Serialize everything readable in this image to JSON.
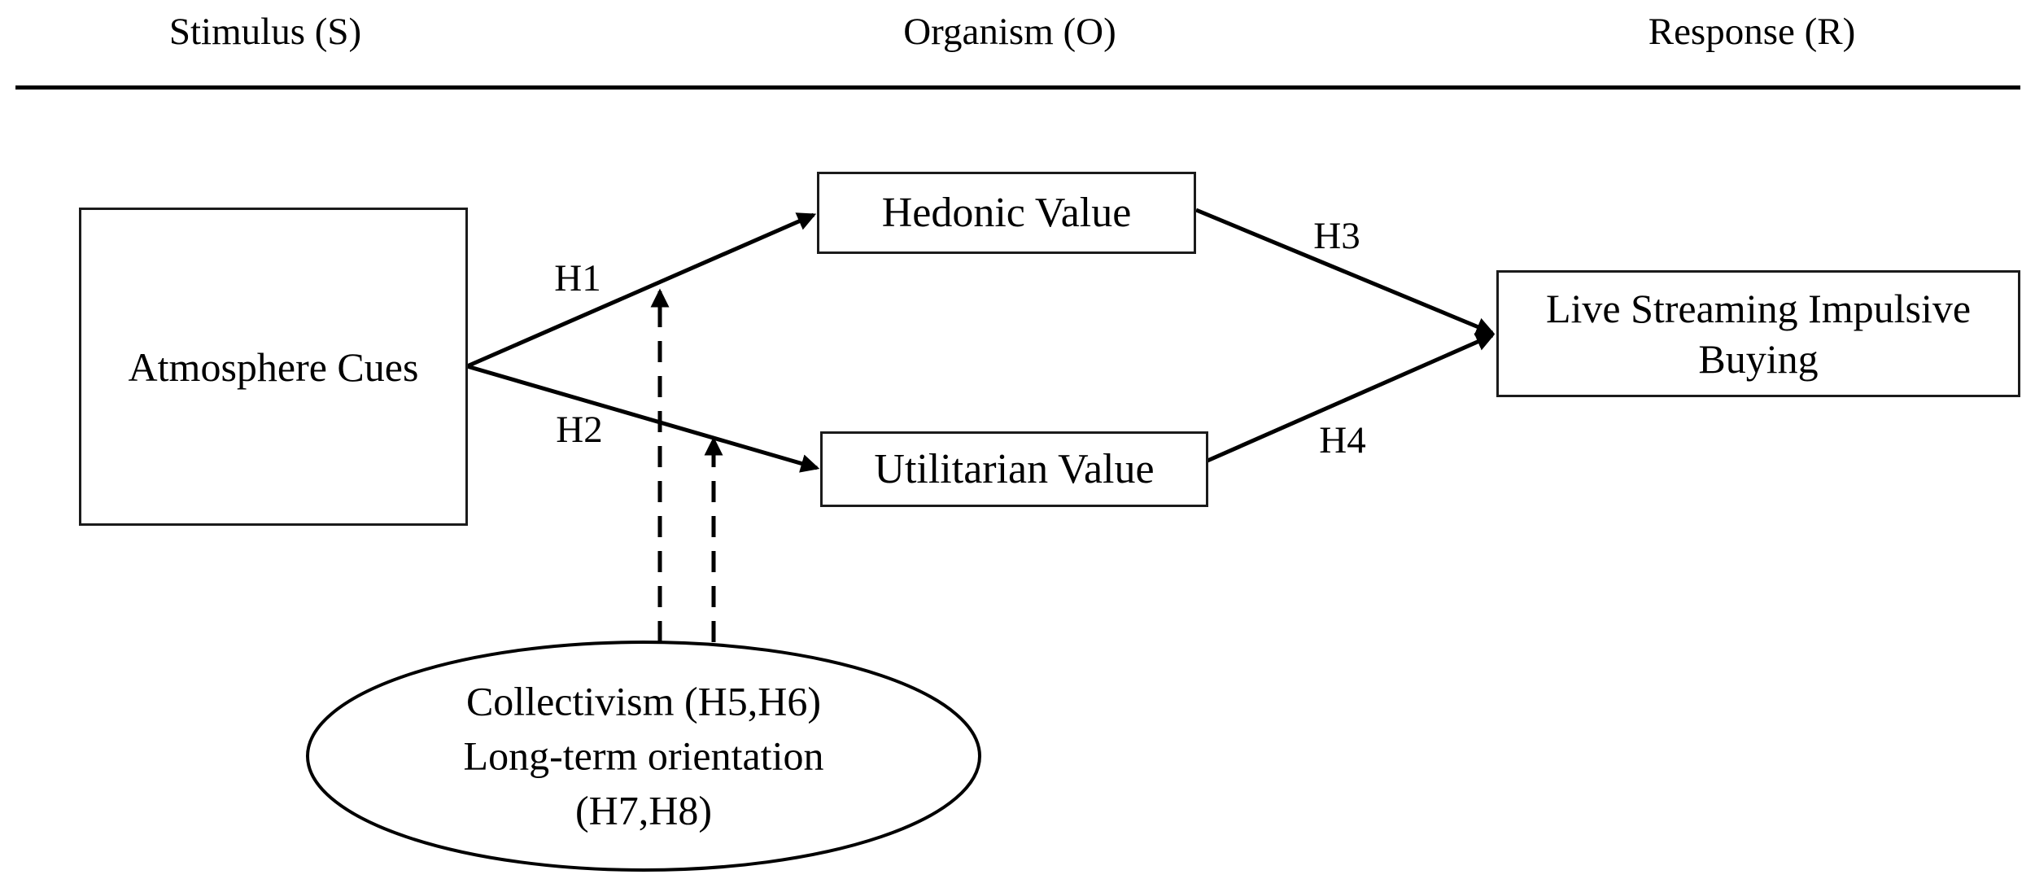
{
  "header": {
    "stimulus": "Stimulus (S)",
    "organism": "Organism (O)",
    "response": "Response (R)"
  },
  "nodes": {
    "atmosphere": {
      "label": "Atmosphere Cues"
    },
    "hedonic": {
      "label": "Hedonic Value"
    },
    "utilitarian": {
      "label": "Utilitarian Value"
    },
    "impulsive_buying": {
      "line1": "Live Streaming Impulsive",
      "line2": "Buying"
    },
    "moderators": {
      "line1": "Collectivism (H5,H6)",
      "line2": "Long-term orientation",
      "line3": "(H7,H8)"
    }
  },
  "hypotheses": {
    "h1": "H1",
    "h2": "H2",
    "h3": "H3",
    "h4": "H4"
  },
  "colors": {
    "background": "#ffffff",
    "line": "#000000",
    "text": "#000000"
  }
}
